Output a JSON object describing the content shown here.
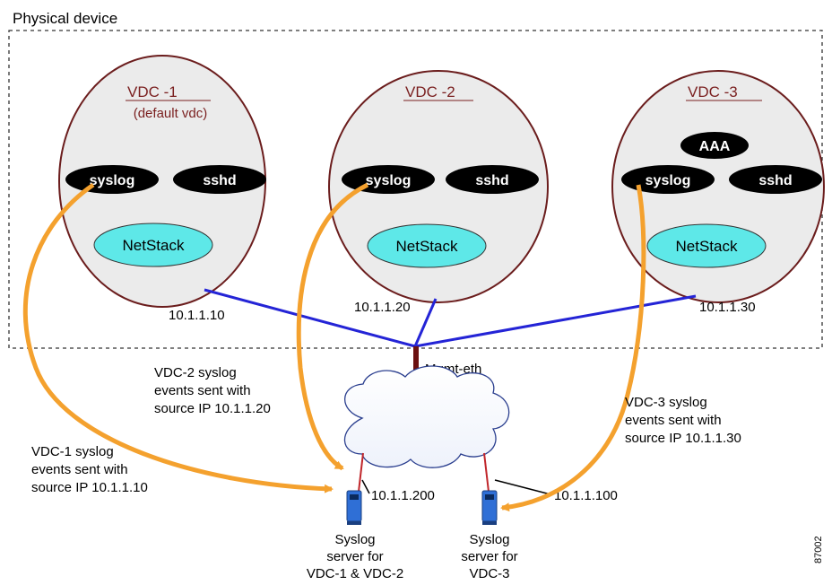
{
  "physical_device_label": "Physical device",
  "vdcs": [
    {
      "title": "VDC  -1",
      "subtitle": "(default vdc)",
      "syslog": "syslog",
      "sshd": "sshd",
      "netstack": "NetStack",
      "ip": "10.1.1.10"
    },
    {
      "title": "VDC  -2",
      "subtitle": "",
      "syslog": "syslog",
      "sshd": "sshd",
      "netstack": "NetStack",
      "ip": "10.1.1.20"
    },
    {
      "title": "VDC  -3",
      "subtitle": "",
      "aaa": "AAA",
      "syslog": "syslog",
      "sshd": "sshd",
      "netstack": "NetStack",
      "ip": "10.1.1.30"
    }
  ],
  "mgmt_label": "Mgmt-eth",
  "annotations": {
    "vdc2_events": [
      "VDC-2 syslog",
      "events sent with",
      "source IP 10.1.1.20"
    ],
    "vdc1_events": [
      "VDC-1 syslog",
      "events sent with",
      "source IP 10.1.1.10"
    ],
    "vdc3_events": [
      "VDC-3 syslog",
      "events sent with",
      "source IP 10.1.1.30"
    ]
  },
  "servers": [
    {
      "ip": "10.1.1.200",
      "caption": [
        "Syslog",
        "server for",
        "VDC-1 & VDC-2"
      ]
    },
    {
      "ip": "10.1.1.100",
      "caption": [
        "Syslog",
        "server for",
        "VDC-3"
      ]
    }
  ],
  "figure_id": "87002",
  "colors": {
    "vdc_fill": "#ebebeb",
    "vdc_border": "#6b1d1d",
    "netstack_fill": "#5ee8e8",
    "network_line": "#2424d6",
    "mgmt_link": "#6b1010",
    "syslog_arrow": "#f4a12e",
    "server": "#2f6fd6"
  }
}
